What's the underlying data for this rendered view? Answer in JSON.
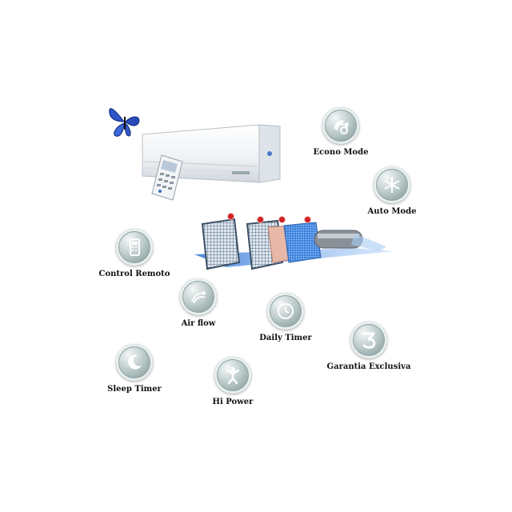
{
  "features": [
    {
      "id": "econo-mode",
      "label": "Econo Mode",
      "icon": "econo-mode-icon"
    },
    {
      "id": "auto-mode",
      "label": "Auto Mode",
      "icon": "snowflake-icon"
    },
    {
      "id": "control-remoto",
      "label": "Control Remoto",
      "icon": "remote-control-icon"
    },
    {
      "id": "air-flow",
      "label": "Air flow",
      "icon": "air-flow-icon"
    },
    {
      "id": "daily-timer",
      "label": "Daily Timer",
      "icon": "timer-icon"
    },
    {
      "id": "garantia-exclusiva",
      "label": "Garantia Exclusiva",
      "icon": "number-three-icon"
    },
    {
      "id": "sleep-timer",
      "label": "Sleep Timer",
      "icon": "sleep-timer-icon"
    },
    {
      "id": "hi-power",
      "label": "Hi Power",
      "icon": "hi-power-icon"
    }
  ],
  "colors": {
    "accent": "#d02020",
    "badge": "#8fa3a3",
    "butterfly": "#2f55c8",
    "filter_blue": "#4f8ad6"
  }
}
